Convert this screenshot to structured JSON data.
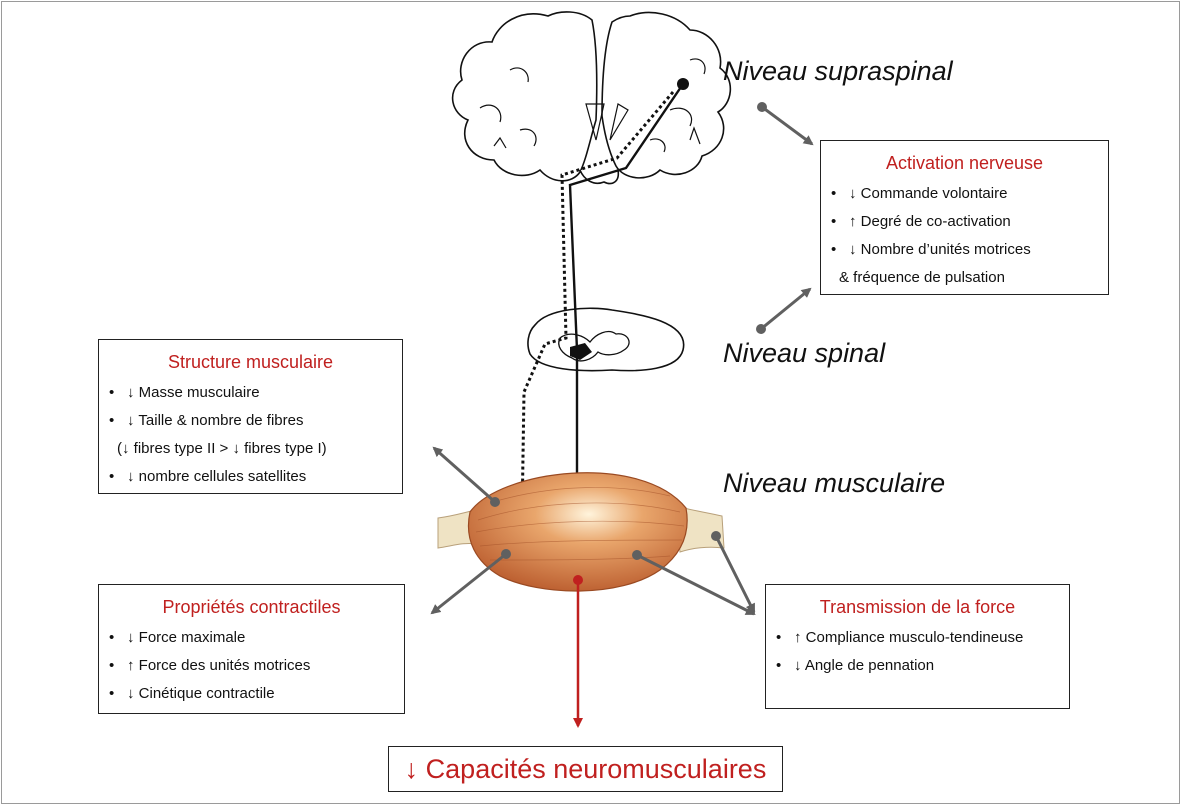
{
  "colors": {
    "title_red": "#c0201f",
    "arrow_gray": "#606060",
    "arrow_red": "#c0201f",
    "muscle_fill": "#cf7a48",
    "tendon_fill": "#efe3c4"
  },
  "levels": {
    "supraspinal": "Niveau supraspinal",
    "spinal": "Niveau spinal",
    "muscular": "Niveau musculaire"
  },
  "boxes": {
    "activation": {
      "title": "Activation nerveuse",
      "items": [
        "↓ Commande volontaire",
        "↑ Degré de co-activation",
        "↓ Nombre d’unités motrices"
      ],
      "continuation": "& fréquence de pulsation"
    },
    "structure": {
      "title": "Structure musculaire",
      "items": [
        "↓ Masse musculaire",
        "↓ Taille & nombre de fibres"
      ],
      "sub": "(↓ fibres type II > ↓ fibres type I)",
      "last": "↓ nombre cellules satellites"
    },
    "contractile": {
      "title": "Propriétés contractiles",
      "items": [
        "↓ Force maximale",
        "↑ Force des unités motrices",
        "↓ Cinétique contractile"
      ]
    },
    "transmission": {
      "title": "Transmission de la force",
      "items": [
        "↑ Compliance musculo-tendineuse",
        "↓ Angle de pennation"
      ]
    }
  },
  "bullet": "•",
  "result": "↓ Capacités neuromusculaires"
}
